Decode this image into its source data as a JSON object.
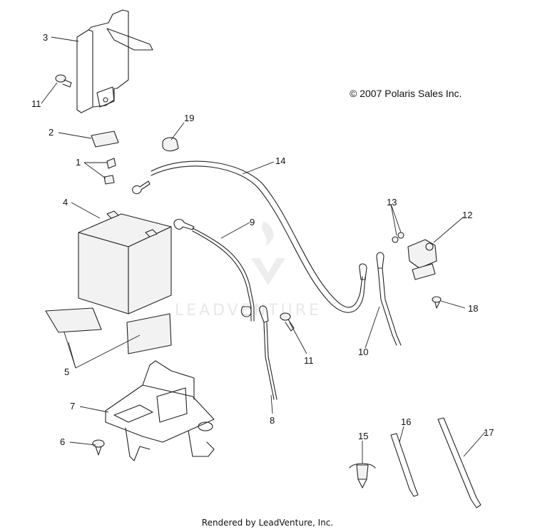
{
  "copyright": "© 2007 Polaris Sales Inc.",
  "watermark": "LEADVENTURE",
  "footer": "Rendered by LeadVenture, Inc.",
  "callouts": {
    "c1": "1",
    "c2": "2",
    "c3": "3",
    "c4": "4",
    "c5": "5",
    "c6": "6",
    "c7": "7",
    "c8": "8",
    "c9": "9",
    "c10": "10",
    "c11a": "11",
    "c11b": "11",
    "c12": "12",
    "c13": "13",
    "c14": "14",
    "c15": "15",
    "c16": "16",
    "c17": "17",
    "c18": "18",
    "c19": "19"
  }
}
